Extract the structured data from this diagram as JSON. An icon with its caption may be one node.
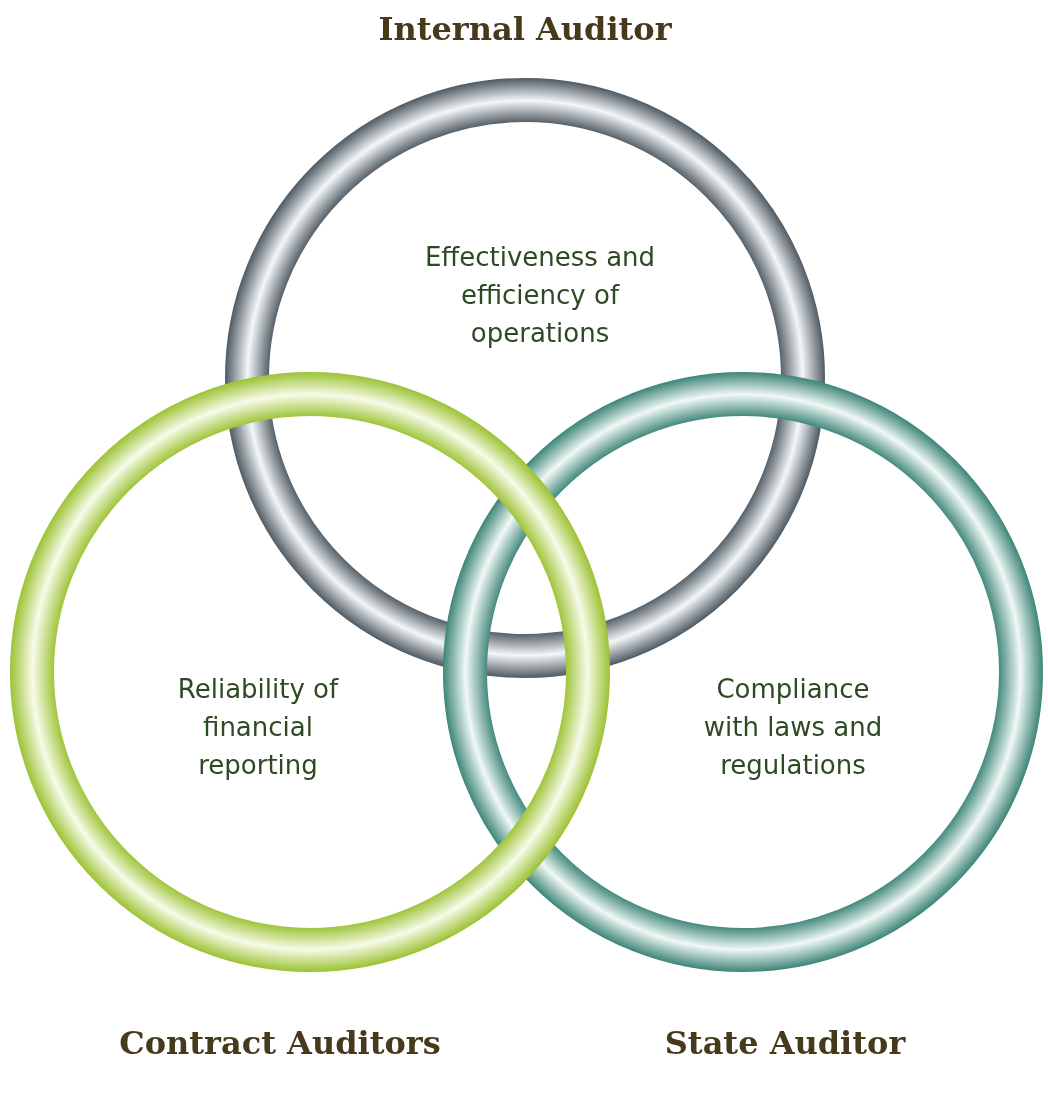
{
  "diagram": {
    "nodes": [
      {
        "text": [
          "Internal Auditor",
          "Effectiveness and efficiency of operations"
        ]
      },
      {
        "text": [
          "Reliability of financial reporting",
          "Contract Auditors"
        ]
      },
      {
        "text": [
          "Compliance with laws and regulations",
          "State Auditor"
        ]
      }
    ]
  }
}
